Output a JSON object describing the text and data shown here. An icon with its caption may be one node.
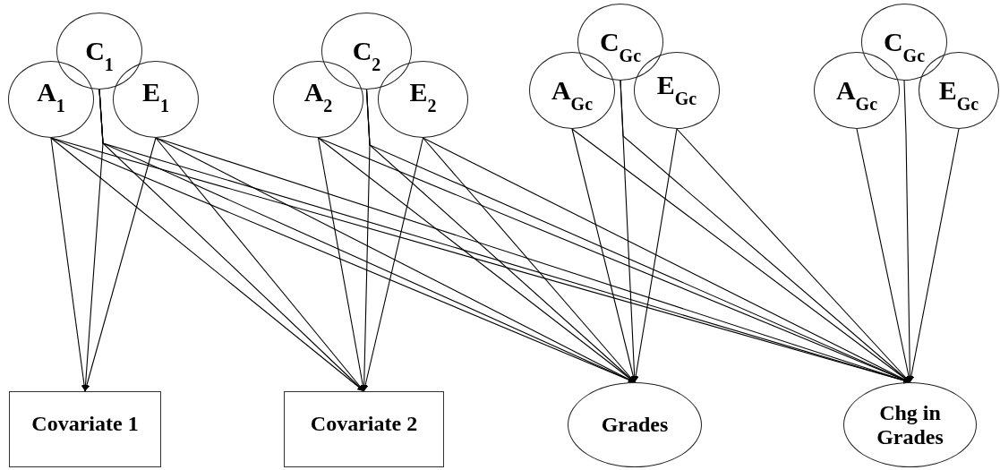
{
  "diagram": {
    "nodes": [
      {
        "text": [
          "C$_{1}$"
        ]
      },
      {
        "text": [
          "A$_{1}$"
        ]
      },
      {
        "text": [
          "E$_{1}$"
        ]
      },
      {
        "text": [
          "C$_{2}$"
        ]
      },
      {
        "text": [
          "A$_{2}$"
        ]
      },
      {
        "text": [
          "E$_{2}$"
        ]
      },
      {
        "text": [
          "C$_{Gc}$"
        ]
      },
      {
        "text": [
          "A$_{Gc}$"
        ]
      },
      {
        "text": [
          "E$_{Gc}$"
        ]
      },
      {
        "text": [
          "C$_{Gc}$"
        ]
      },
      {
        "text": [
          "A$_{Gc}$"
        ]
      },
      {
        "text": [
          "E$_{Gc}$"
        ]
      },
      {
        "text": [
          "Covariate 1"
        ]
      },
      {
        "text": [
          "Covariate 2"
        ]
      },
      {
        "text": [
          "Grades"
        ]
      },
      {
        "text": [
          "Chg in Grades"
        ]
      }
    ],
    "edges": [
      {
        "from": 1,
        "to": 12,
        "arrow": "to"
      },
      {
        "from": 0,
        "to": 12,
        "arrow": "to"
      },
      {
        "from": 2,
        "to": 12,
        "arrow": "to"
      },
      {
        "from": 1,
        "to": 13,
        "arrow": "to"
      },
      {
        "from": 0,
        "to": 13,
        "arrow": "to"
      },
      {
        "from": 2,
        "to": 13,
        "arrow": "to"
      },
      {
        "from": 1,
        "to": 14,
        "arrow": "to"
      },
      {
        "from": 0,
        "to": 14,
        "arrow": "to"
      },
      {
        "from": 2,
        "to": 14,
        "arrow": "to"
      },
      {
        "from": 1,
        "to": 15,
        "arrow": "to"
      },
      {
        "from": 0,
        "to": 15,
        "arrow": "to"
      },
      {
        "from": 2,
        "to": 15,
        "arrow": "to"
      },
      {
        "from": 4,
        "to": 13,
        "arrow": "to"
      },
      {
        "from": 3,
        "to": 13,
        "arrow": "to"
      },
      {
        "from": 5,
        "to": 13,
        "arrow": "to"
      },
      {
        "from": 4,
        "to": 14,
        "arrow": "to"
      },
      {
        "from": 3,
        "to": 14,
        "arrow": "to"
      },
      {
        "from": 5,
        "to": 14,
        "arrow": "to"
      },
      {
        "from": 4,
        "to": 15,
        "arrow": "to"
      },
      {
        "from": 3,
        "to": 15,
        "arrow": "to"
      },
      {
        "from": 5,
        "to": 15,
        "arrow": "to"
      },
      {
        "from": 7,
        "to": 14,
        "arrow": "to"
      },
      {
        "from": 6,
        "to": 14,
        "arrow": "to"
      },
      {
        "from": 8,
        "to": 14,
        "arrow": "to"
      },
      {
        "from": 7,
        "to": 15,
        "arrow": "to"
      },
      {
        "from": 6,
        "to": 15,
        "arrow": "to"
      },
      {
        "from": 8,
        "to": 15,
        "arrow": "to"
      },
      {
        "from": 10,
        "to": 15,
        "arrow": "to"
      },
      {
        "from": 9,
        "to": 15,
        "arrow": "to"
      },
      {
        "from": 11,
        "to": 15,
        "arrow": "to"
      }
    ]
  }
}
